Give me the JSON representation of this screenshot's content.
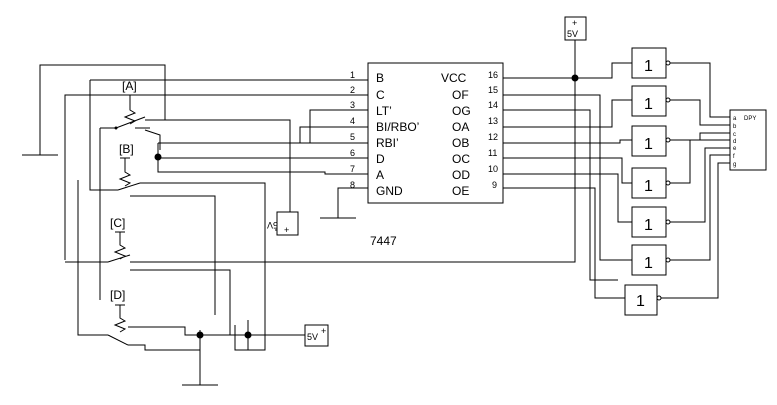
{
  "chip": {
    "name": "7447",
    "left_pins": [
      {
        "num": "1",
        "name": "B"
      },
      {
        "num": "2",
        "name": "C"
      },
      {
        "num": "3",
        "name": "LT’"
      },
      {
        "num": "4",
        "name": "BI/RBO’"
      },
      {
        "num": "5",
        "name": "RBI’"
      },
      {
        "num": "6",
        "name": "D"
      },
      {
        "num": "7",
        "name": "A"
      },
      {
        "num": "8",
        "name": "GND"
      }
    ],
    "right_pins": [
      {
        "num": "16",
        "name": "VCC"
      },
      {
        "num": "15",
        "name": "OF"
      },
      {
        "num": "14",
        "name": "OG"
      },
      {
        "num": "13",
        "name": "OA"
      },
      {
        "num": "12",
        "name": "OB"
      },
      {
        "num": "11",
        "name": "OC"
      },
      {
        "num": "10",
        "name": "OD"
      },
      {
        "num": "9",
        "name": "OE"
      }
    ]
  },
  "switches": [
    {
      "label": "[A]"
    },
    {
      "label": "[B]"
    },
    {
      "label": "[C]"
    },
    {
      "label": "[D]"
    }
  ],
  "sources": {
    "top": {
      "plus": "+",
      "value": "5V"
    },
    "left": {
      "plus": "+",
      "value": "5V"
    },
    "bottom": {
      "plus": "+",
      "value": "5V"
    }
  },
  "inverters": [
    "1",
    "1",
    "1",
    "1",
    "1",
    "1",
    "1"
  ],
  "display": {
    "title": "DPY",
    "segments": [
      "a",
      "b",
      "c",
      "d",
      "e",
      "f",
      "g"
    ]
  }
}
